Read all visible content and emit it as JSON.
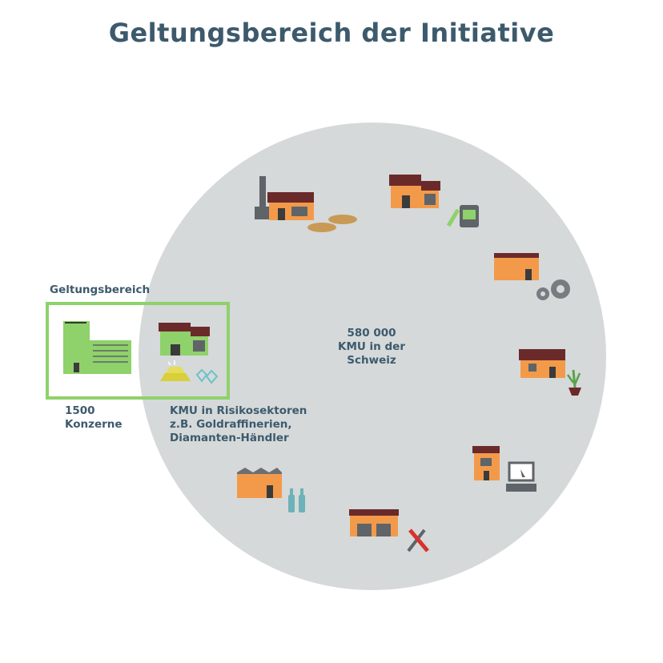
{
  "title": "Geltungsbereich der Initiative",
  "scope_label": "Geltungsbereich",
  "kmu_total": {
    "number": "580 000",
    "line2": "KMU in der",
    "line3": "Schweiz"
  },
  "konzerne": {
    "number": "1500",
    "label": "Konzerne"
  },
  "risk_kmu": {
    "line1": "KMU in Risikosektoren",
    "line2": "z.B. Goldraffinerien,",
    "line3": "Diamanten-Händler"
  },
  "colors": {
    "title": "#3d5a6c",
    "circle": "#d5d9da",
    "scope_green": "#8fd16a",
    "building_orange": "#f39a4a",
    "roof_brown": "#6b2a2a",
    "gray": "#5f6468"
  },
  "icons": [
    "factory-bread-icon",
    "paint-workshop-icon",
    "gears-factory-icon",
    "shop-plant-icon",
    "office-computer-icon",
    "garage-tools-icon",
    "bottle-factory-icon",
    "corporation-building-icon",
    "kmu-building-icon",
    "gold-bars-icon",
    "diamonds-icon"
  ]
}
